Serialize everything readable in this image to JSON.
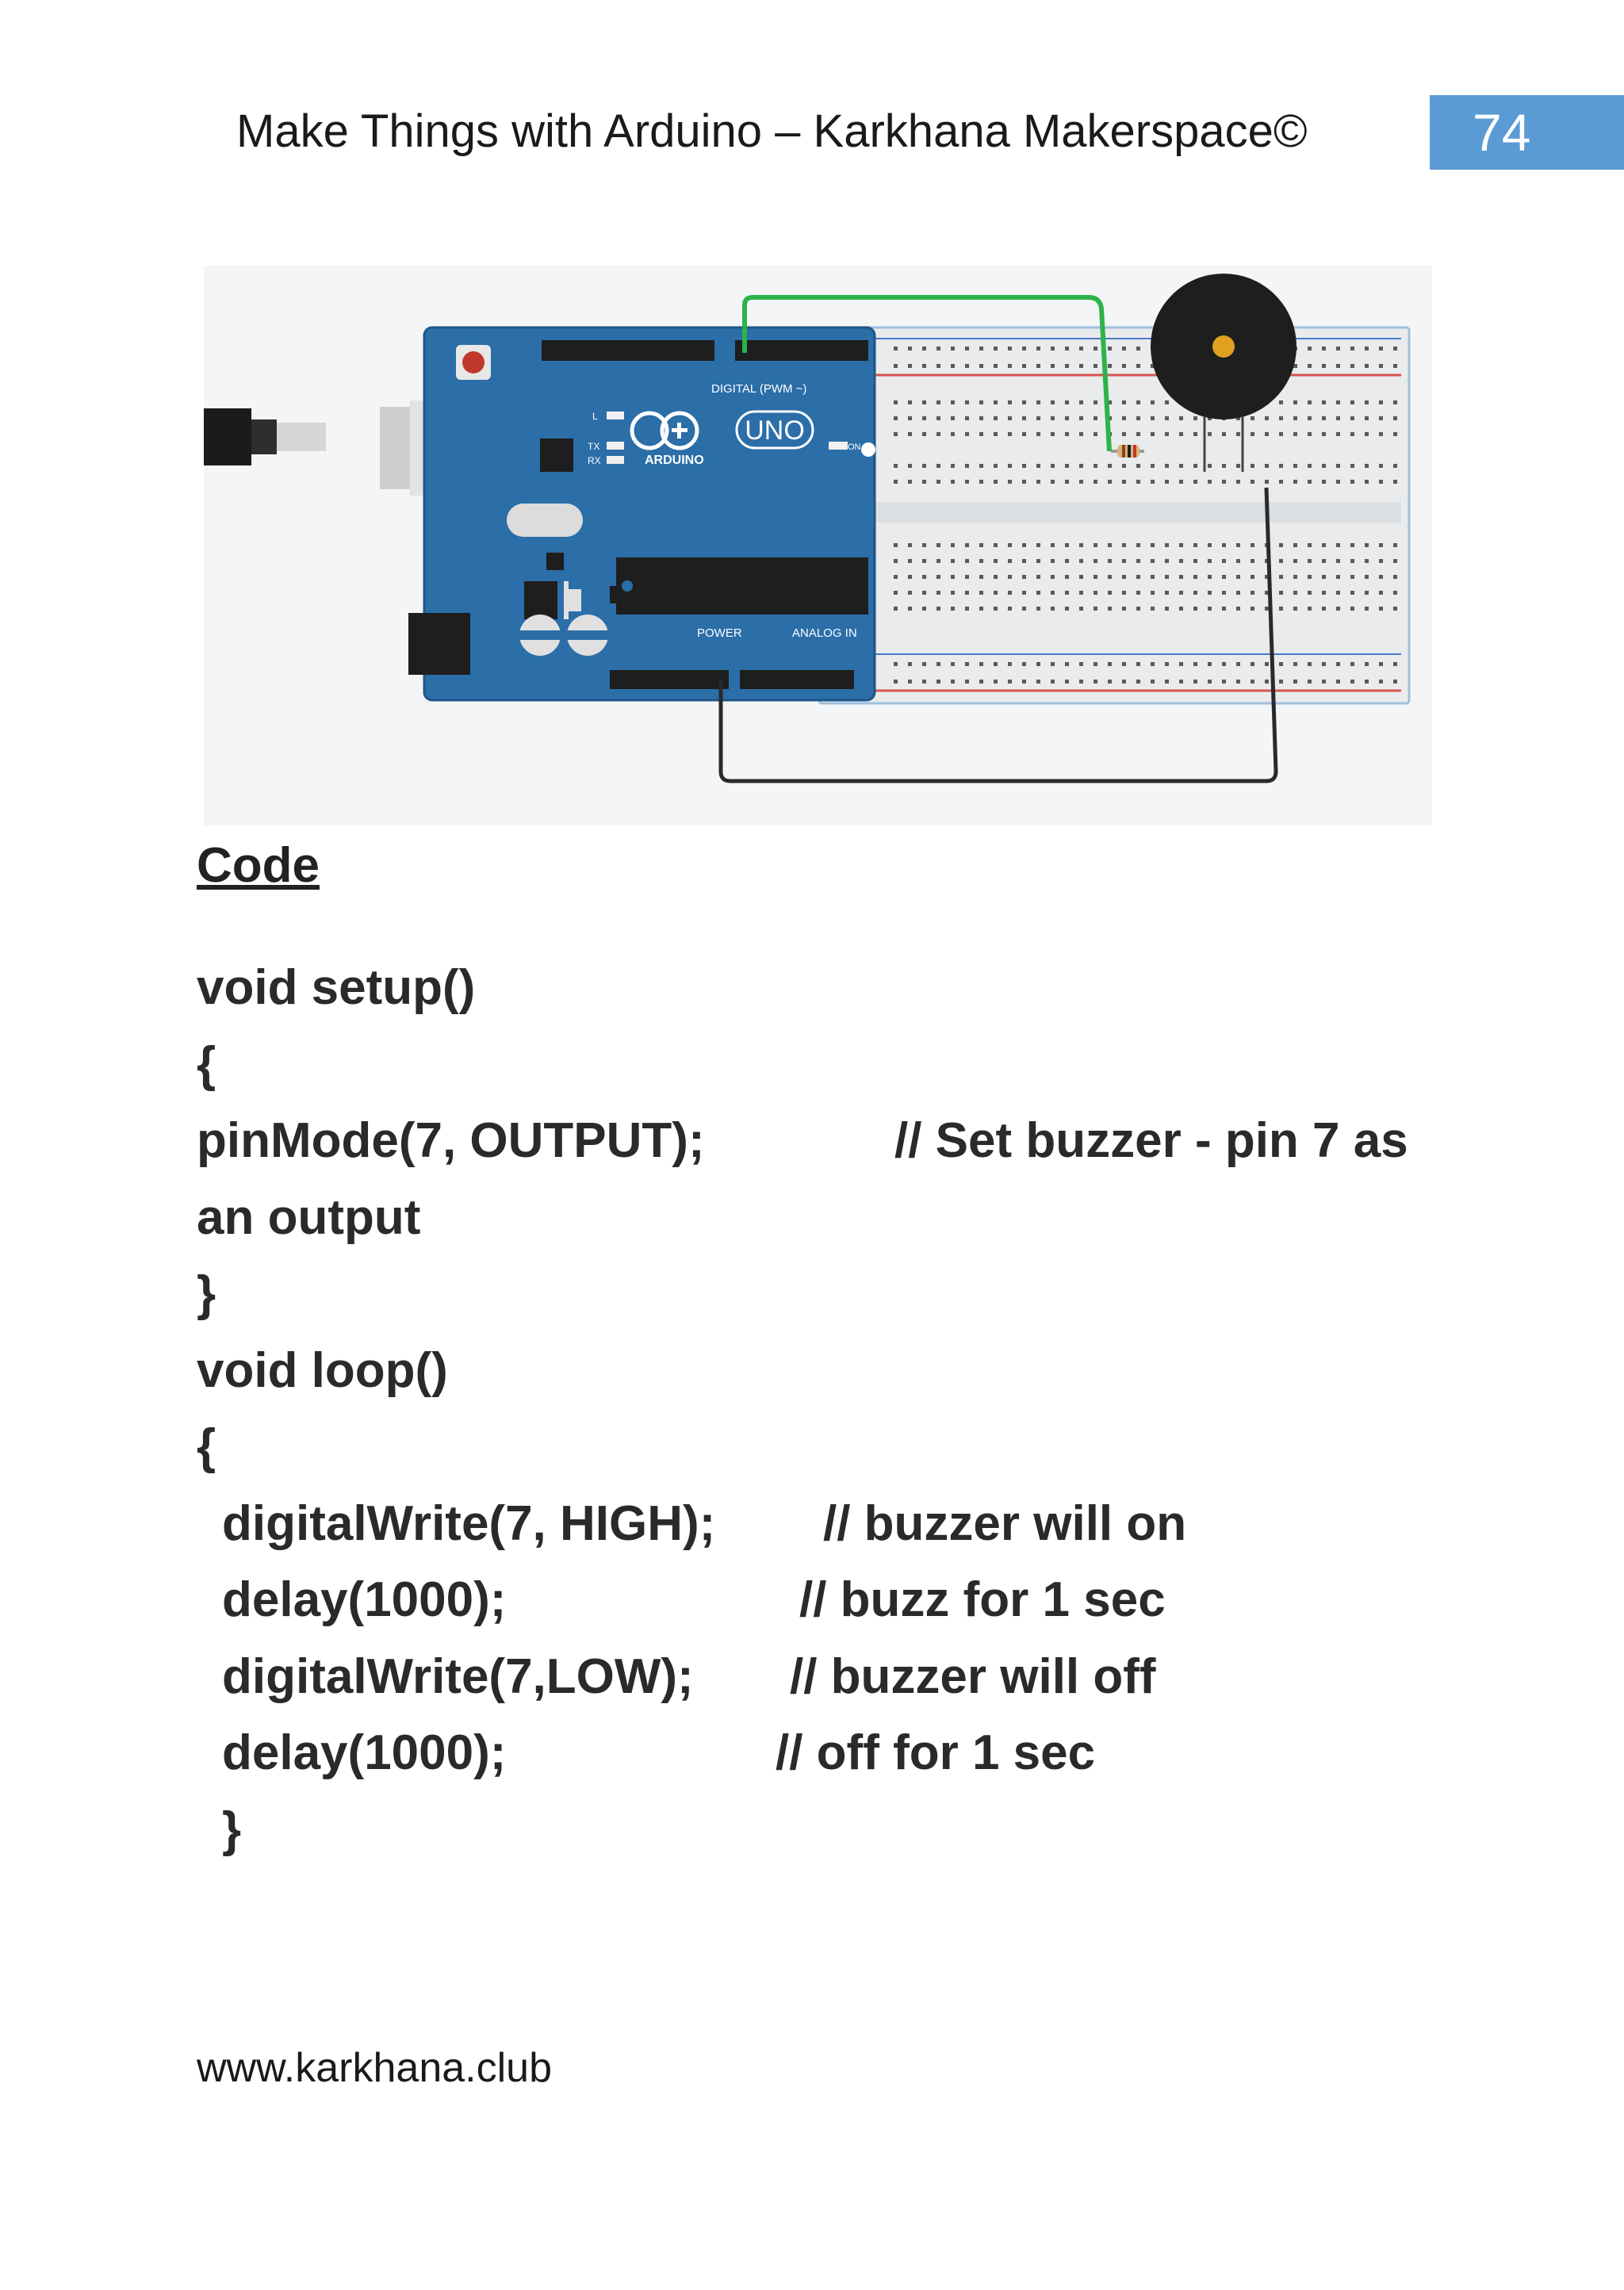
{
  "header": {
    "title": "Make Things with Arduino – Karkhana Makerspace©",
    "page_number": "74"
  },
  "figure": {
    "board": {
      "brand": "ARDUINO",
      "model": "UNO",
      "digital_label": "DIGITAL (PWM ~)",
      "power_label": "POWER",
      "analog_label": "ANALOG IN",
      "tx_label": "TX",
      "rx_label": "RX",
      "l_label": "L",
      "on_label": "ON"
    },
    "colors": {
      "board_blue": "#2b6ea8",
      "breadboard": "#e9ebec",
      "wire_green": "#2db34a",
      "wire_black": "#2a2a2a",
      "buzzer": "#1e1e1e",
      "buzzer_center": "#e0a020",
      "rail_red": "#d9534f",
      "rail_blue": "#4a79c9"
    }
  },
  "section": {
    "heading": "Code"
  },
  "code": {
    "lines": [
      {
        "text": "void setup()",
        "comment": ""
      },
      {
        "text": "{",
        "comment": ""
      },
      {
        "text": "pinMode(7, OUTPUT);",
        "comment": "// Set buzzer - pin 7 as"
      },
      {
        "text": "an output",
        "comment": ""
      },
      {
        "text": "}",
        "comment": ""
      },
      {
        "text": "void loop()",
        "comment": ""
      },
      {
        "text": "{",
        "comment": ""
      },
      {
        "text": "digitalWrite(7, HIGH);",
        "comment": "// buzzer will on"
      },
      {
        "text": "delay(1000);",
        "comment": "// buzz for 1 sec"
      },
      {
        "text": "digitalWrite(7,LOW);",
        "comment": "// buzzer will off"
      },
      {
        "text": "delay(1000);",
        "comment": "// off for 1 sec"
      },
      {
        "text": "}",
        "comment": ""
      }
    ]
  },
  "footer": {
    "url": "www.karkhana.club"
  }
}
